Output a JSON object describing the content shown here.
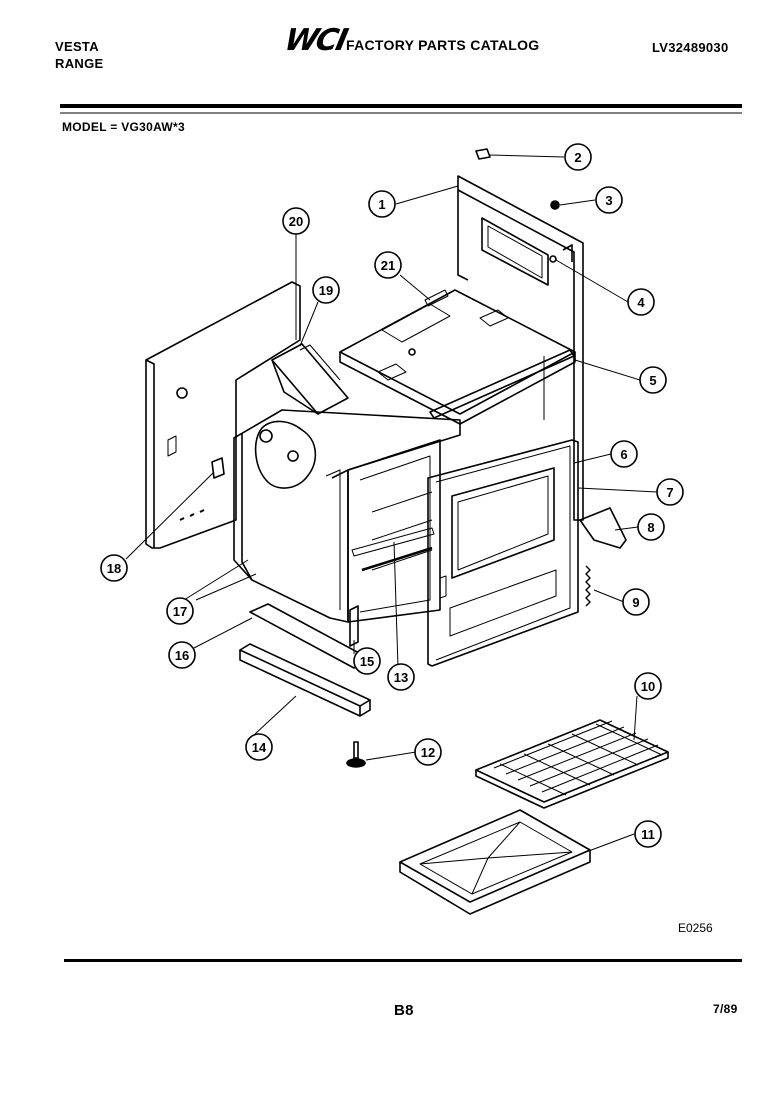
{
  "header": {
    "brand": "VESTA",
    "product": "RANGE",
    "logo_text": "WCI",
    "catalog_title": "FACTORY PARTS CATALOG",
    "document_number": "LV32489030"
  },
  "model_line": "MODEL = VG30AW*3",
  "diagram": {
    "callouts": [
      "1",
      "2",
      "3",
      "4",
      "5",
      "6",
      "7",
      "8",
      "9",
      "10",
      "11",
      "12",
      "13",
      "14",
      "15",
      "16",
      "17",
      "18",
      "19",
      "20",
      "21"
    ],
    "drawing_code": "E0256"
  },
  "footer": {
    "page": "B8",
    "date": "7/89"
  }
}
